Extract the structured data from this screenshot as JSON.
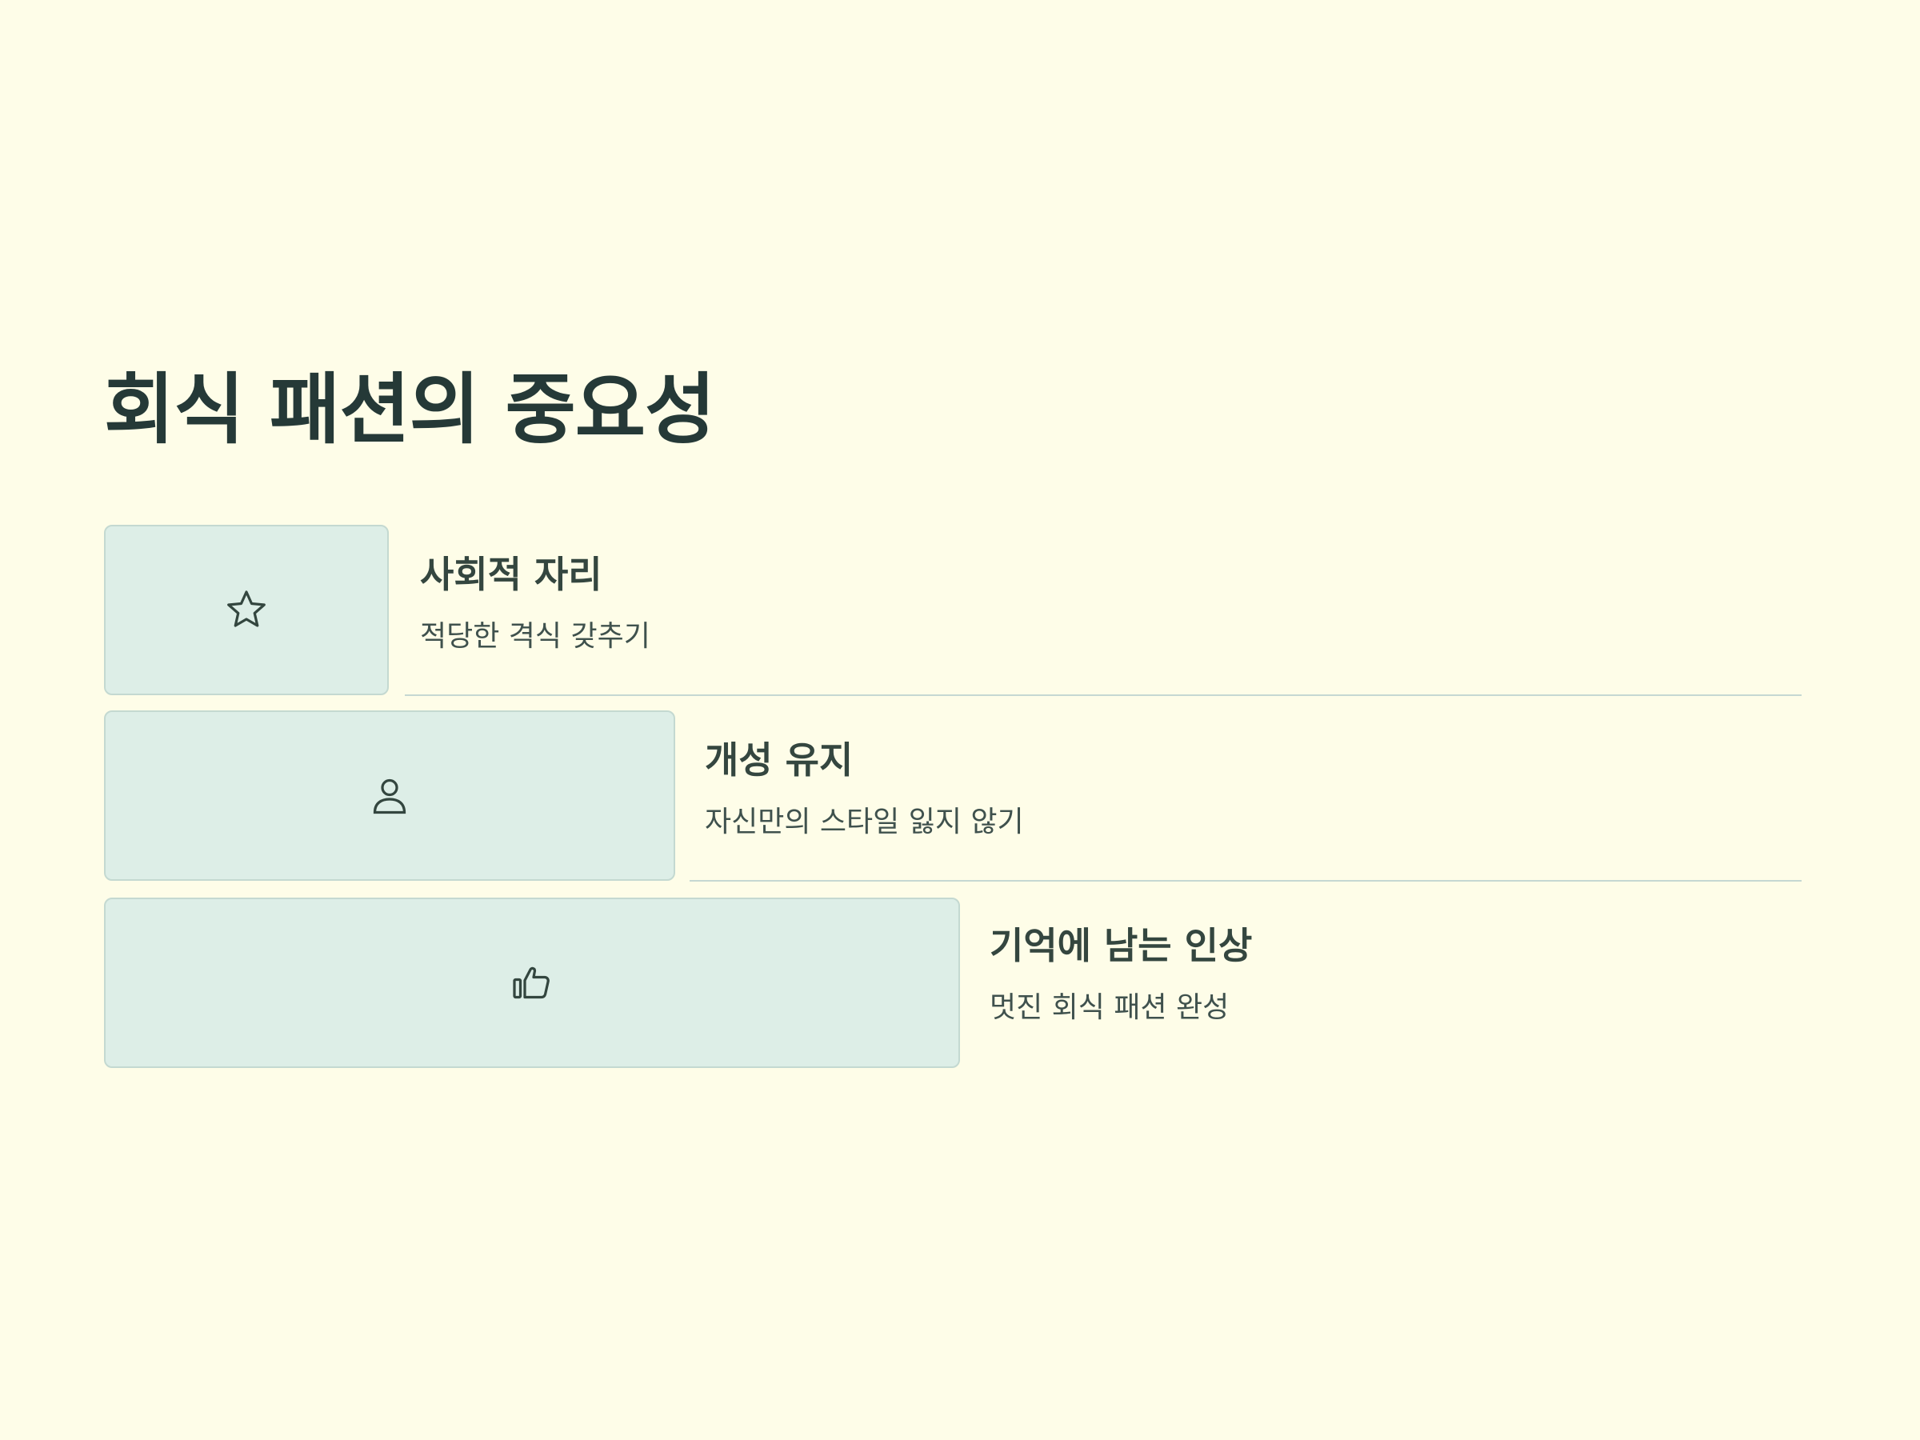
{
  "title": "회식 패션의 중요성",
  "items": [
    {
      "icon": "star-icon",
      "title": "사회적 자리",
      "desc": "적당한 격식 갖추기"
    },
    {
      "icon": "person-icon",
      "title": "개성 유지",
      "desc": "자신만의 스타일 잃지 않기"
    },
    {
      "icon": "thumbs-up-icon",
      "title": "기억에 남는 인상",
      "desc": "멋진 회식 패션 완성"
    }
  ],
  "colors": {
    "background": "#FEFDE8",
    "box": "#DDEEE7",
    "box_border": "#C4D9D1",
    "text": "#253937"
  }
}
